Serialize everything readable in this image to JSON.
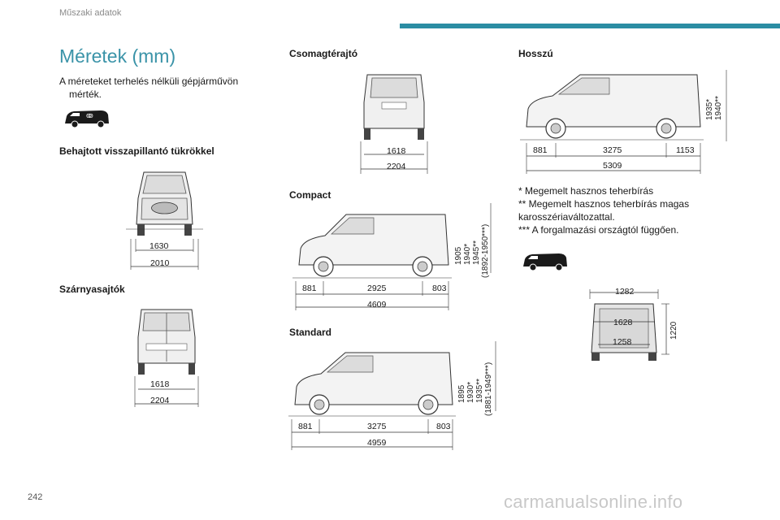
{
  "header": {
    "section_title": "Műszaki adatok"
  },
  "page": {
    "title": "Méretek (mm)",
    "intro_line1": "A méreteket terhelés nélküli gépjárművön",
    "intro_line2": "mérték.",
    "page_number": "242",
    "watermark": "carmanualsonline.info"
  },
  "sections": {
    "mirrors": {
      "label": "Behajtott visszapillantó tükrökkel",
      "dim_inner": "1630",
      "dim_outer": "2010"
    },
    "wing_doors": {
      "label": "Szárnyasajtók",
      "dim_inner": "1618",
      "dim_outer": "2204"
    },
    "tailgate": {
      "label": "Csomagtérajtó",
      "dim_inner": "1618",
      "dim_outer": "2204"
    },
    "compact": {
      "label": "Compact",
      "front": "881",
      "wheelbase": "2925",
      "rear": "803",
      "total": "4609",
      "h1": "1905",
      "h2": "1940*",
      "h3": "1945**",
      "h4": "(1892-1950***)"
    },
    "standard": {
      "label": "Standard",
      "front": "881",
      "wheelbase": "3275",
      "rear": "803",
      "total": "4959",
      "h1": "1895",
      "h2": "1930*",
      "h3": "1935**",
      "h4": "(1881-1949***)"
    },
    "long": {
      "label": "Hosszú",
      "front": "881",
      "wheelbase": "3275",
      "rear": "1153",
      "total": "5309",
      "h1": "1935*",
      "h2": "1940**"
    },
    "cargo": {
      "top": "1282",
      "middle": "1628",
      "bottom": "1258",
      "height": "1220"
    }
  },
  "footnotes": {
    "n1": "* Megemelt hasznos teherbírás",
    "n2": "** Megemelt hasznos teherbírás magas",
    "n3": "karosszériaváltozattal.",
    "n4": "*** A forgalmazási országtól függően."
  }
}
